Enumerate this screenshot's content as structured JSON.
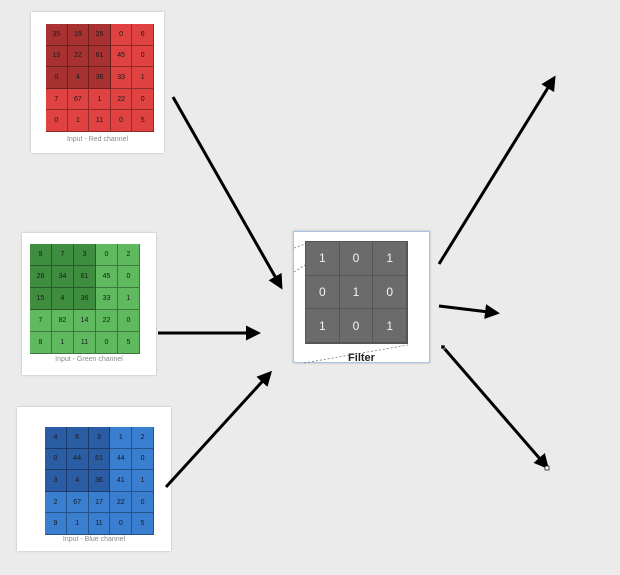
{
  "inputs": [
    {
      "caption": "Input - Red channel",
      "values": [
        [
          35,
          19,
          25,
          0,
          6
        ],
        [
          13,
          22,
          61,
          45,
          0
        ],
        [
          0,
          4,
          36,
          33,
          1
        ],
        [
          7,
          67,
          1,
          22,
          0
        ],
        [
          0,
          1,
          11,
          0,
          5
        ]
      ],
      "light": "#e04141",
      "dark": "#a83232"
    },
    {
      "caption": "Input - Green channel",
      "values": [
        [
          9,
          7,
          3,
          0,
          2
        ],
        [
          26,
          34,
          61,
          45,
          0
        ],
        [
          15,
          4,
          36,
          33,
          1
        ],
        [
          7,
          82,
          14,
          22,
          0
        ],
        [
          8,
          1,
          11,
          0,
          5
        ]
      ],
      "light": "#5fba5f",
      "dark": "#3f8e3f"
    },
    {
      "caption": "Input - Blue channel",
      "values": [
        [
          4,
          6,
          3,
          1,
          2
        ],
        [
          0,
          44,
          61,
          44,
          0
        ],
        [
          3,
          4,
          36,
          41,
          1
        ],
        [
          2,
          67,
          17,
          22,
          0
        ],
        [
          9,
          1,
          11,
          0,
          5
        ]
      ],
      "light": "#3a7ed0",
      "dark": "#2a5da3"
    }
  ],
  "filter": {
    "title": "Filter",
    "values": [
      [
        1,
        0,
        1
      ],
      [
        0,
        1,
        0
      ],
      [
        1,
        0,
        1
      ]
    ],
    "color": "#6b6b6b"
  },
  "arrow_color": "#000000"
}
